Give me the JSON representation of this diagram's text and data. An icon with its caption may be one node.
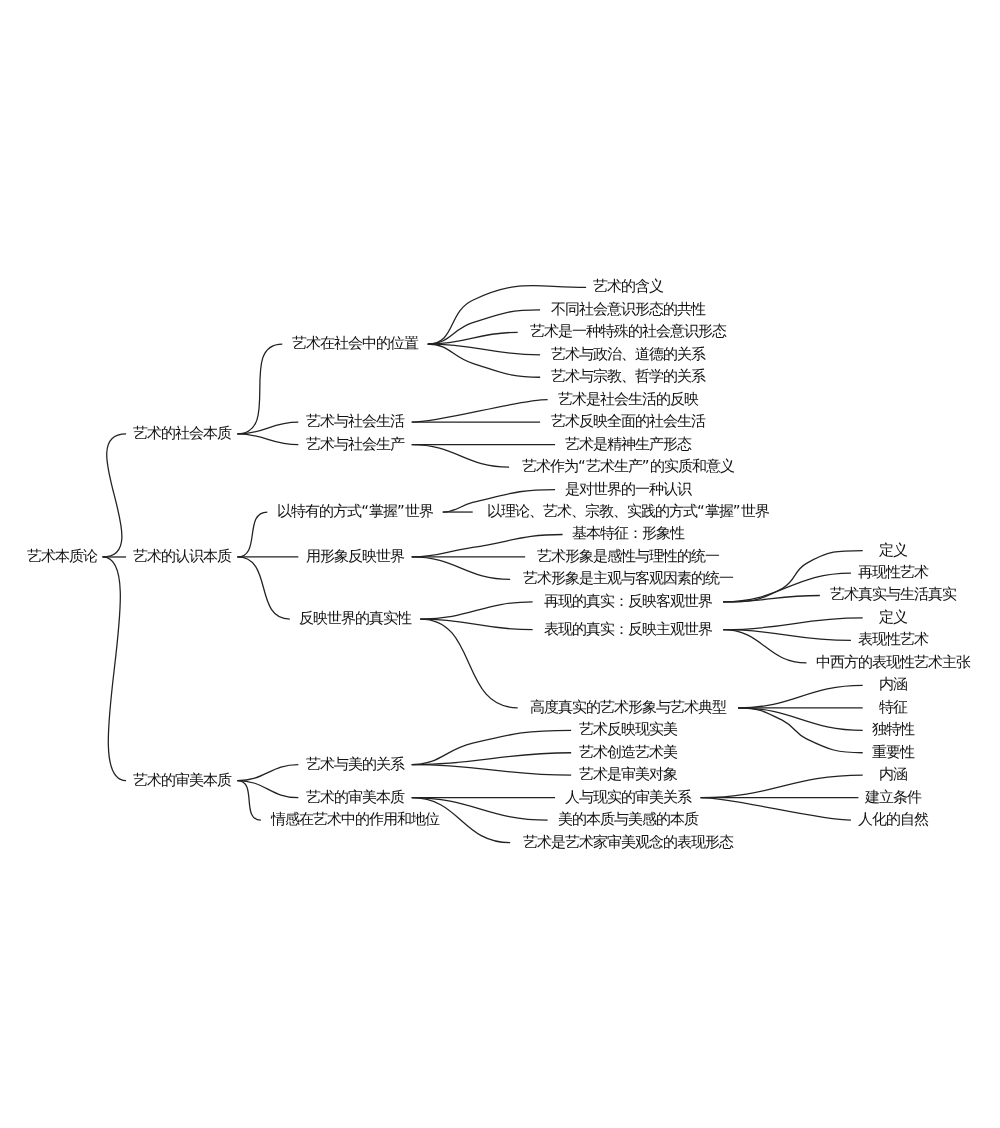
{
  "diagram": {
    "nodes": [
      {
        "text": [
          "艺术本质论"
        ]
      },
      {
        "text": [
          "艺术的社会本质"
        ]
      },
      {
        "text": [
          "艺术在社会中的位置"
        ]
      },
      {
        "text": [
          "艺术的含义"
        ]
      },
      {
        "text": [
          "不同社会意识形态的共性"
        ]
      },
      {
        "text": [
          "艺术是一种特殊的社会意识形态"
        ]
      },
      {
        "text": [
          "艺术与政治、道德的关系"
        ]
      },
      {
        "text": [
          "艺术与宗教、哲学的关系"
        ]
      },
      {
        "text": [
          "艺术与社会生活"
        ]
      },
      {
        "text": [
          "艺术是社会生活的反映"
        ]
      },
      {
        "text": [
          "艺术反映全面的社会生活"
        ]
      },
      {
        "text": [
          "艺术与社会生产"
        ]
      },
      {
        "text": [
          "艺术是精神生产形态"
        ]
      },
      {
        "text": [
          "艺术作为“艺术生产”的实质和意义"
        ]
      },
      {
        "text": [
          "艺术的认识本质"
        ]
      },
      {
        "text": [
          "以特有的方式“掌握”世界"
        ]
      },
      {
        "text": [
          "是对世界的一种认识"
        ]
      },
      {
        "text": [
          "以理论、艺术、宗教、实践的方式“掌握”世界"
        ]
      },
      {
        "text": [
          "用形象反映世界"
        ]
      },
      {
        "text": [
          "基本特征：形象性"
        ]
      },
      {
        "text": [
          "艺术形象是感性与理性的统一"
        ]
      },
      {
        "text": [
          "艺术形象是主观与客观因素的统一"
        ]
      },
      {
        "text": [
          "反映世界的真实性"
        ]
      },
      {
        "text": [
          "再现的真实：反映客观世界"
        ]
      },
      {
        "text": [
          "定义"
        ]
      },
      {
        "text": [
          "再现性艺术"
        ]
      },
      {
        "text": [
          "艺术真实与生活真实"
        ]
      },
      {
        "text": [
          "表现的真实：反映主观世界"
        ]
      },
      {
        "text": [
          "定义"
        ]
      },
      {
        "text": [
          "表现性艺术"
        ]
      },
      {
        "text": [
          "中西方的表现性艺术主张"
        ]
      },
      {
        "text": [
          "高度真实的艺术形象与艺术典型"
        ]
      },
      {
        "text": [
          "内涵"
        ]
      },
      {
        "text": [
          "特征"
        ]
      },
      {
        "text": [
          "独特性"
        ]
      },
      {
        "text": [
          "重要性"
        ]
      },
      {
        "text": [
          "艺术的审美本质"
        ]
      },
      {
        "text": [
          "艺术与美的关系"
        ]
      },
      {
        "text": [
          "艺术反映现实美"
        ]
      },
      {
        "text": [
          "艺术创造艺术美"
        ]
      },
      {
        "text": [
          "艺术是审美对象"
        ]
      },
      {
        "text": [
          "艺术的审美本质"
        ]
      },
      {
        "text": [
          "人与现实的审美关系"
        ]
      },
      {
        "text": [
          "内涵"
        ]
      },
      {
        "text": [
          "建立条件"
        ]
      },
      {
        "text": [
          "人化的自然"
        ]
      },
      {
        "text": [
          "美的本质与美感的本质"
        ]
      },
      {
        "text": [
          "艺术是艺术家审美观念的表现形态"
        ]
      },
      {
        "text": [
          "情感在艺术中的作用和地位"
        ]
      }
    ],
    "edges": [
      {
        "from": 0,
        "to": 1,
        "arrow": "none"
      },
      {
        "from": 1,
        "to": 2,
        "arrow": "none"
      },
      {
        "from": 2,
        "to": 3,
        "arrow": "none"
      },
      {
        "from": 2,
        "to": 4,
        "arrow": "none"
      },
      {
        "from": 2,
        "to": 5,
        "arrow": "none"
      },
      {
        "from": 2,
        "to": 6,
        "arrow": "none"
      },
      {
        "from": 2,
        "to": 7,
        "arrow": "none"
      },
      {
        "from": 1,
        "to": 8,
        "arrow": "none"
      },
      {
        "from": 8,
        "to": 9,
        "arrow": "none"
      },
      {
        "from": 8,
        "to": 10,
        "arrow": "none"
      },
      {
        "from": 1,
        "to": 11,
        "arrow": "none"
      },
      {
        "from": 11,
        "to": 12,
        "arrow": "none"
      },
      {
        "from": 11,
        "to": 13,
        "arrow": "none"
      },
      {
        "from": 0,
        "to": 14,
        "arrow": "none"
      },
      {
        "from": 14,
        "to": 15,
        "arrow": "none"
      },
      {
        "from": 15,
        "to": 16,
        "arrow": "none"
      },
      {
        "from": 15,
        "to": 17,
        "arrow": "none"
      },
      {
        "from": 14,
        "to": 18,
        "arrow": "none"
      },
      {
        "from": 18,
        "to": 19,
        "arrow": "none"
      },
      {
        "from": 18,
        "to": 20,
        "arrow": "none"
      },
      {
        "from": 18,
        "to": 21,
        "arrow": "none"
      },
      {
        "from": 14,
        "to": 22,
        "arrow": "none"
      },
      {
        "from": 22,
        "to": 23,
        "arrow": "none"
      },
      {
        "from": 23,
        "to": 24,
        "arrow": "none"
      },
      {
        "from": 23,
        "to": 25,
        "arrow": "none"
      },
      {
        "from": 23,
        "to": 26,
        "arrow": "none"
      },
      {
        "from": 22,
        "to": 27,
        "arrow": "none"
      },
      {
        "from": 27,
        "to": 28,
        "arrow": "none"
      },
      {
        "from": 27,
        "to": 29,
        "arrow": "none"
      },
      {
        "from": 27,
        "to": 30,
        "arrow": "none"
      },
      {
        "from": 22,
        "to": 31,
        "arrow": "none"
      },
      {
        "from": 31,
        "to": 32,
        "arrow": "none"
      },
      {
        "from": 31,
        "to": 33,
        "arrow": "none"
      },
      {
        "from": 31,
        "to": 34,
        "arrow": "none"
      },
      {
        "from": 31,
        "to": 35,
        "arrow": "none"
      },
      {
        "from": 0,
        "to": 36,
        "arrow": "none"
      },
      {
        "from": 36,
        "to": 37,
        "arrow": "none"
      },
      {
        "from": 37,
        "to": 38,
        "arrow": "none"
      },
      {
        "from": 37,
        "to": 39,
        "arrow": "none"
      },
      {
        "from": 37,
        "to": 40,
        "arrow": "none"
      },
      {
        "from": 36,
        "to": 41,
        "arrow": "none"
      },
      {
        "from": 41,
        "to": 42,
        "arrow": "none"
      },
      {
        "from": 42,
        "to": 43,
        "arrow": "none"
      },
      {
        "from": 42,
        "to": 44,
        "arrow": "none"
      },
      {
        "from": 42,
        "to": 45,
        "arrow": "none"
      },
      {
        "from": 41,
        "to": 46,
        "arrow": "none"
      },
      {
        "from": 41,
        "to": 47,
        "arrow": "none"
      },
      {
        "from": 36,
        "to": 48,
        "arrow": "none"
      }
    ]
  }
}
